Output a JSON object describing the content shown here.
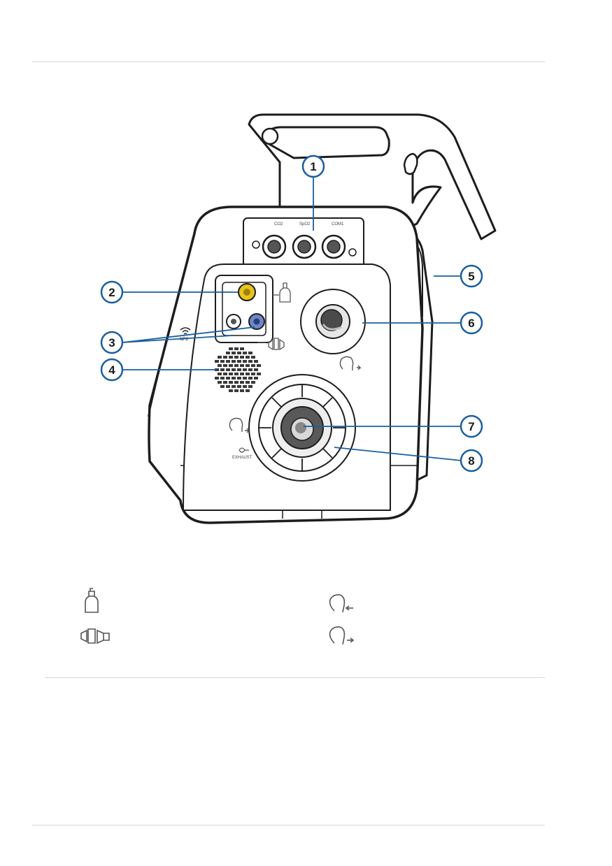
{
  "device": {
    "port_labels": [
      "CO2",
      "SpO2",
      "COM1"
    ],
    "nfc_label": "NFC",
    "exhaust_label": "EXHAUST"
  },
  "callouts": [
    {
      "number": "1"
    },
    {
      "number": "2"
    },
    {
      "number": "3"
    },
    {
      "number": "4"
    },
    {
      "number": "5"
    },
    {
      "number": "6"
    },
    {
      "number": "7"
    },
    {
      "number": "8"
    }
  ],
  "legend": [
    {
      "icon": "oxygen-bottle-icon"
    },
    {
      "icon": "patient-inhale-icon"
    },
    {
      "icon": "flow-sensor-icon"
    },
    {
      "icon": "patient-exhale-icon"
    }
  ],
  "colors": {
    "callout": "#1a5fa0",
    "outline": "#1d1d1d",
    "oxygen_port": "#e8c41c",
    "pressure_port": "#6f86c9"
  }
}
